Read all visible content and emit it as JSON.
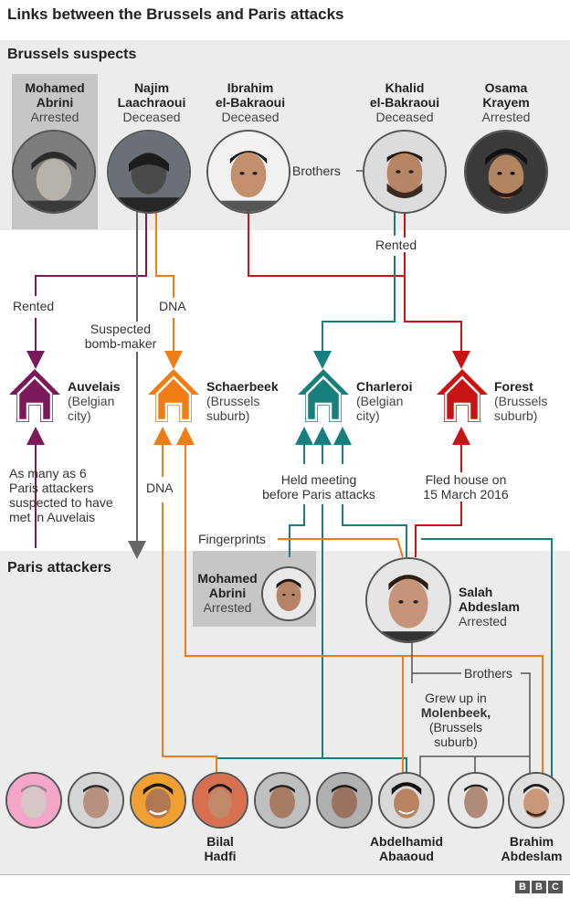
{
  "title": "Links between the Brussels and Paris attacks",
  "brussels_section": "Brussels suspects",
  "paris_section": "Paris attackers",
  "colors": {
    "purple": "#7a1a5a",
    "orange": "#f07d14",
    "teal": "#17807d",
    "red": "#c81414",
    "grey": "#666666"
  },
  "suspects": [
    {
      "name1": "Mohamed",
      "name2": "Abrini",
      "status": "Arrested"
    },
    {
      "name1": "Najim",
      "name2": "Laachraoui",
      "status": "Deceased"
    },
    {
      "name1": "Ibrahim",
      "name2": "el-Bakraoui",
      "status": "Deceased"
    },
    {
      "name1": "Khalid",
      "name2": "el-Bakraoui",
      "status": "Deceased"
    },
    {
      "name1": "Osama",
      "name2": "Krayem",
      "status": "Arrested"
    }
  ],
  "houses": [
    {
      "name": "Auvelais",
      "desc1": "(Belgian",
      "desc2": "city)"
    },
    {
      "name": "Schaerbeek",
      "desc1": "(Brussels",
      "desc2": "suburb)"
    },
    {
      "name": "Charleroi",
      "desc1": "(Belgian",
      "desc2": "city)"
    },
    {
      "name": "Forest",
      "desc1": "(Brussels",
      "desc2": "suburb)"
    }
  ],
  "labels": {
    "brothers_top": "Brothers",
    "rented_khalid": "Rented",
    "rented_abrini": "Rented",
    "dna_top": "DNA",
    "bomb_maker1": "Suspected",
    "bomb_maker2": "bomb-maker",
    "auvelais_note": [
      "As many as 6",
      "Paris attackers",
      "suspected to have",
      "met in Auvelais"
    ],
    "dna_bottom": "DNA",
    "meeting1": "Held meeting",
    "meeting2": "before Paris attacks",
    "fled1": "Fled house on",
    "fled2": "15 March 2016",
    "fingerprints": "Fingerprints",
    "brothers_bottom": "Brothers",
    "grew_up1": "Grew up in",
    "grew_up2": "Molenbeek,",
    "grew_up3": "(Brussels",
    "grew_up4": "suburb)"
  },
  "paris_abrini": {
    "name1": "Mohamed",
    "name2": "Abrini",
    "status": "Arrested"
  },
  "salah": {
    "name1": "Salah",
    "name2": "Abdeslam",
    "status": "Arrested"
  },
  "attackers": [
    {
      "name1": "Bilal",
      "name2": "Hadfi"
    },
    {
      "name1": "Abdelhamid",
      "name2": "Abaaoud"
    },
    {
      "name1": "Brahim",
      "name2": "Abdeslam"
    }
  ],
  "bbc": [
    "B",
    "B",
    "C"
  ]
}
